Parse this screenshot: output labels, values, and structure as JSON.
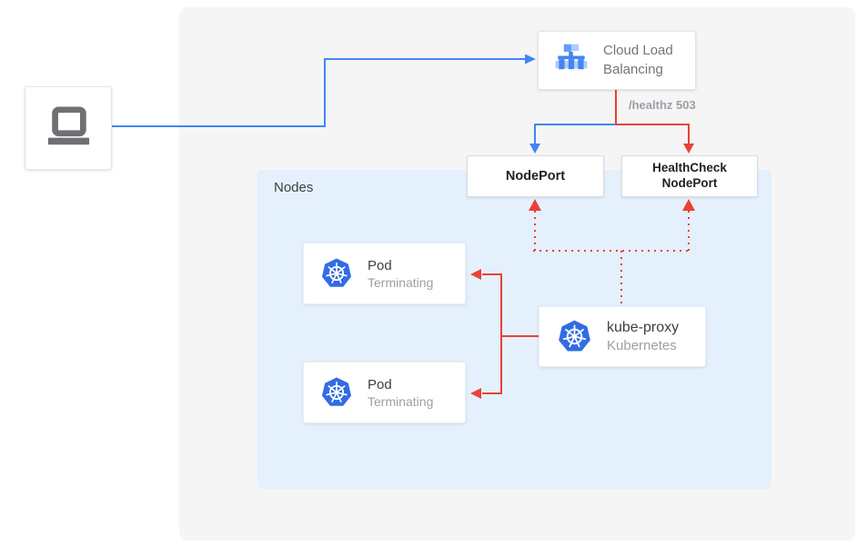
{
  "colors": {
    "traffic_blue": "#4285f4",
    "health_red": "#e94235",
    "canvas_bg": "#f5f5f6",
    "nodes_panel_bg": "#e4f0fc",
    "kubernetes_blue": "#326ce5",
    "icon_blue_dark": "#4285f4",
    "icon_blue_medium": "#669df6",
    "icon_blue_light": "#aecbfa",
    "text_primary": "#3c4043",
    "text_secondary": "#9aa0a6"
  },
  "nodes_panel": {
    "label": "Nodes"
  },
  "cloud_load_balancing": {
    "label": "Cloud Load Balancing"
  },
  "health_annotation": "/healthz 503",
  "nodeport": {
    "label": "NodePort"
  },
  "healthcheck_nodeport": {
    "label": "HealthCheck NodePort"
  },
  "pods": [
    {
      "title": "Pod",
      "status": "Terminating"
    },
    {
      "title": "Pod",
      "status": "Terminating"
    }
  ],
  "kube_proxy": {
    "title": "kube-proxy",
    "subtitle": "Kubernetes"
  }
}
